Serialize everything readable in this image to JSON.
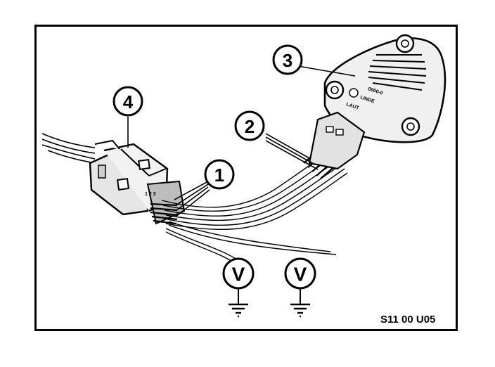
{
  "callouts": {
    "c1": "1",
    "c2": "2",
    "c3": "3",
    "c4": "4"
  },
  "meters": {
    "left": "V",
    "right": "V"
  },
  "connector_pins": "1 2 3",
  "sensor_labels": {
    "line1": "0000-0",
    "line2": "LINDE",
    "line3": "LAUT"
  },
  "reference_code": "S11 00 U05",
  "colors": {
    "ink": "#000000",
    "paper": "#ffffff",
    "shade": "#9a9a9a",
    "light_shade": "#d6d6d6"
  }
}
